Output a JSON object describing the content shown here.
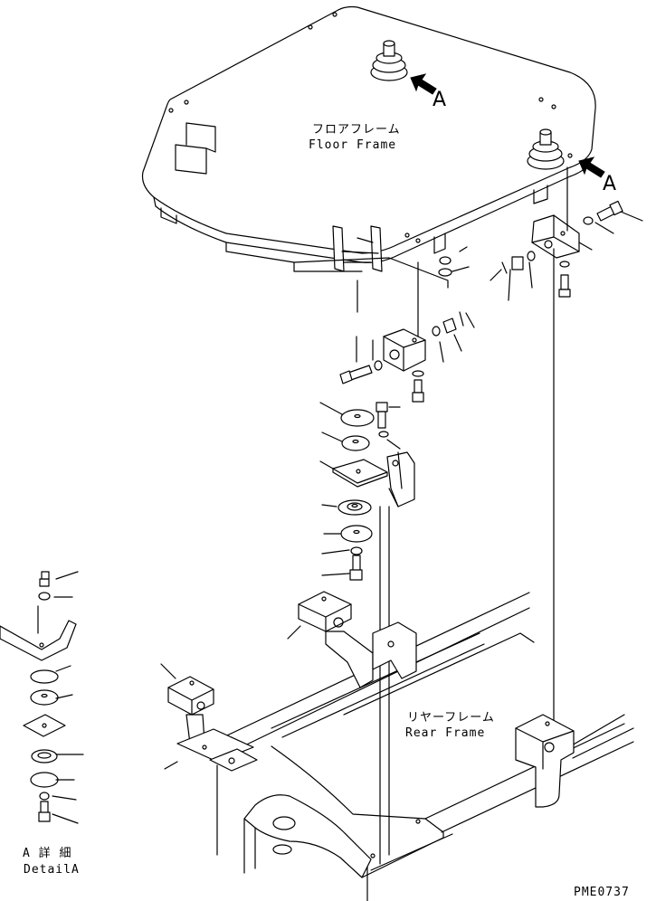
{
  "labels": {
    "floor_frame_jp": "フロアフレーム",
    "floor_frame_en": "Floor Frame",
    "rear_frame_jp": "リヤーフレーム",
    "rear_frame_en": "Rear Frame",
    "arrow_a_1": "A",
    "arrow_a_2": "A",
    "detail_jp": "A 詳 細",
    "detail_en": "DetailA",
    "drawing_code": "PME0737"
  }
}
